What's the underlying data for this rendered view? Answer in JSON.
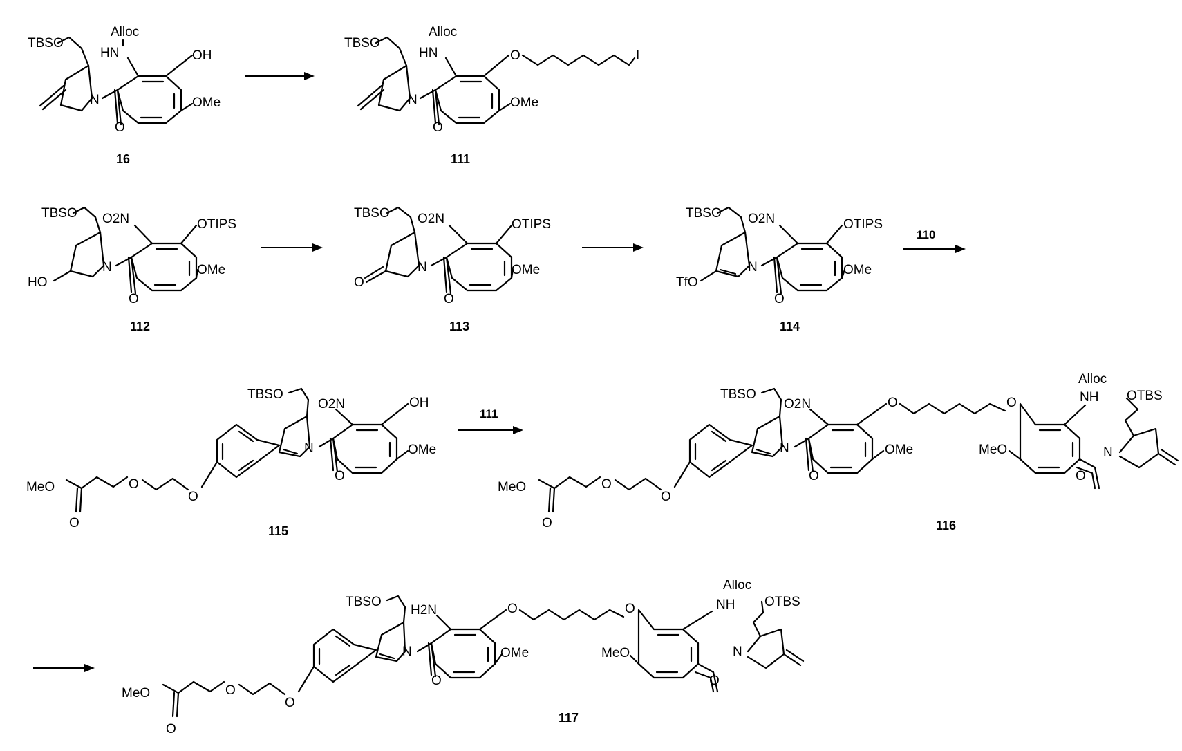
{
  "scheme": {
    "compounds": [
      {
        "id": "16",
        "labels": {
          "tbso": "TBSO",
          "alloc": "Alloc",
          "hn": "HN",
          "oh": "OH",
          "ome": "OMe",
          "n": "N",
          "o": "O"
        }
      },
      {
        "id": "111",
        "labels": {
          "tbso": "TBSO",
          "alloc": "Alloc",
          "hn": "HN",
          "o_ether": "O",
          "i": "I",
          "ome": "OMe",
          "n": "N",
          "o": "O"
        }
      },
      {
        "id": "112",
        "labels": {
          "tbso": "TBSO",
          "no2": "O2N",
          "otips": "OTIPS",
          "ho": "HO",
          "ome": "OMe",
          "n": "N",
          "o": "O"
        }
      },
      {
        "id": "113",
        "labels": {
          "tbso": "TBSO",
          "no2": "O2N",
          "otips": "OTIPS",
          "o_ketone": "O",
          "ome": "OMe",
          "n": "N",
          "o": "O"
        }
      },
      {
        "id": "114",
        "labels": {
          "tbso": "TBSO",
          "no2": "O2N",
          "otips": "OTIPS",
          "tfo": "TfO",
          "ome": "OMe",
          "n": "N",
          "o": "O"
        }
      },
      {
        "id": "115",
        "labels": {
          "tbso": "TBSO",
          "no2": "O2N",
          "oh": "OH",
          "ome": "OMe",
          "n": "N",
          "o": "O",
          "meo": "MeO",
          "o_ester": "O",
          "o_chain1": "O",
          "o_chain2": "O"
        }
      },
      {
        "id": "116",
        "labels": {
          "tbso": "TBSO",
          "no2": "O2N",
          "ome": "OMe",
          "n": "N",
          "o": "O",
          "o_link1": "O",
          "o_link2": "O",
          "alloc": "Alloc",
          "nh": "NH",
          "otbs": "OTBS",
          "meo_ar": "MeO",
          "n2": "N",
          "o2": "O",
          "meo": "MeO",
          "o_ester": "O",
          "o_chain1": "O",
          "o_chain2": "O"
        }
      },
      {
        "id": "117",
        "labels": {
          "tbso": "TBSO",
          "h2n": "H2N",
          "ome": "OMe",
          "n": "N",
          "o": "O",
          "o_link1": "O",
          "o_link2": "O",
          "alloc": "Alloc",
          "nh": "NH",
          "otbs": "OTBS",
          "meo_ar": "MeO",
          "n2": "N",
          "o2": "O",
          "meo": "MeO",
          "o_ester": "O",
          "o_chain1": "O",
          "o_chain2": "O"
        }
      }
    ],
    "reagents": {
      "arrow_3_reagent": "110",
      "arrow_4_reagent": "111"
    }
  }
}
